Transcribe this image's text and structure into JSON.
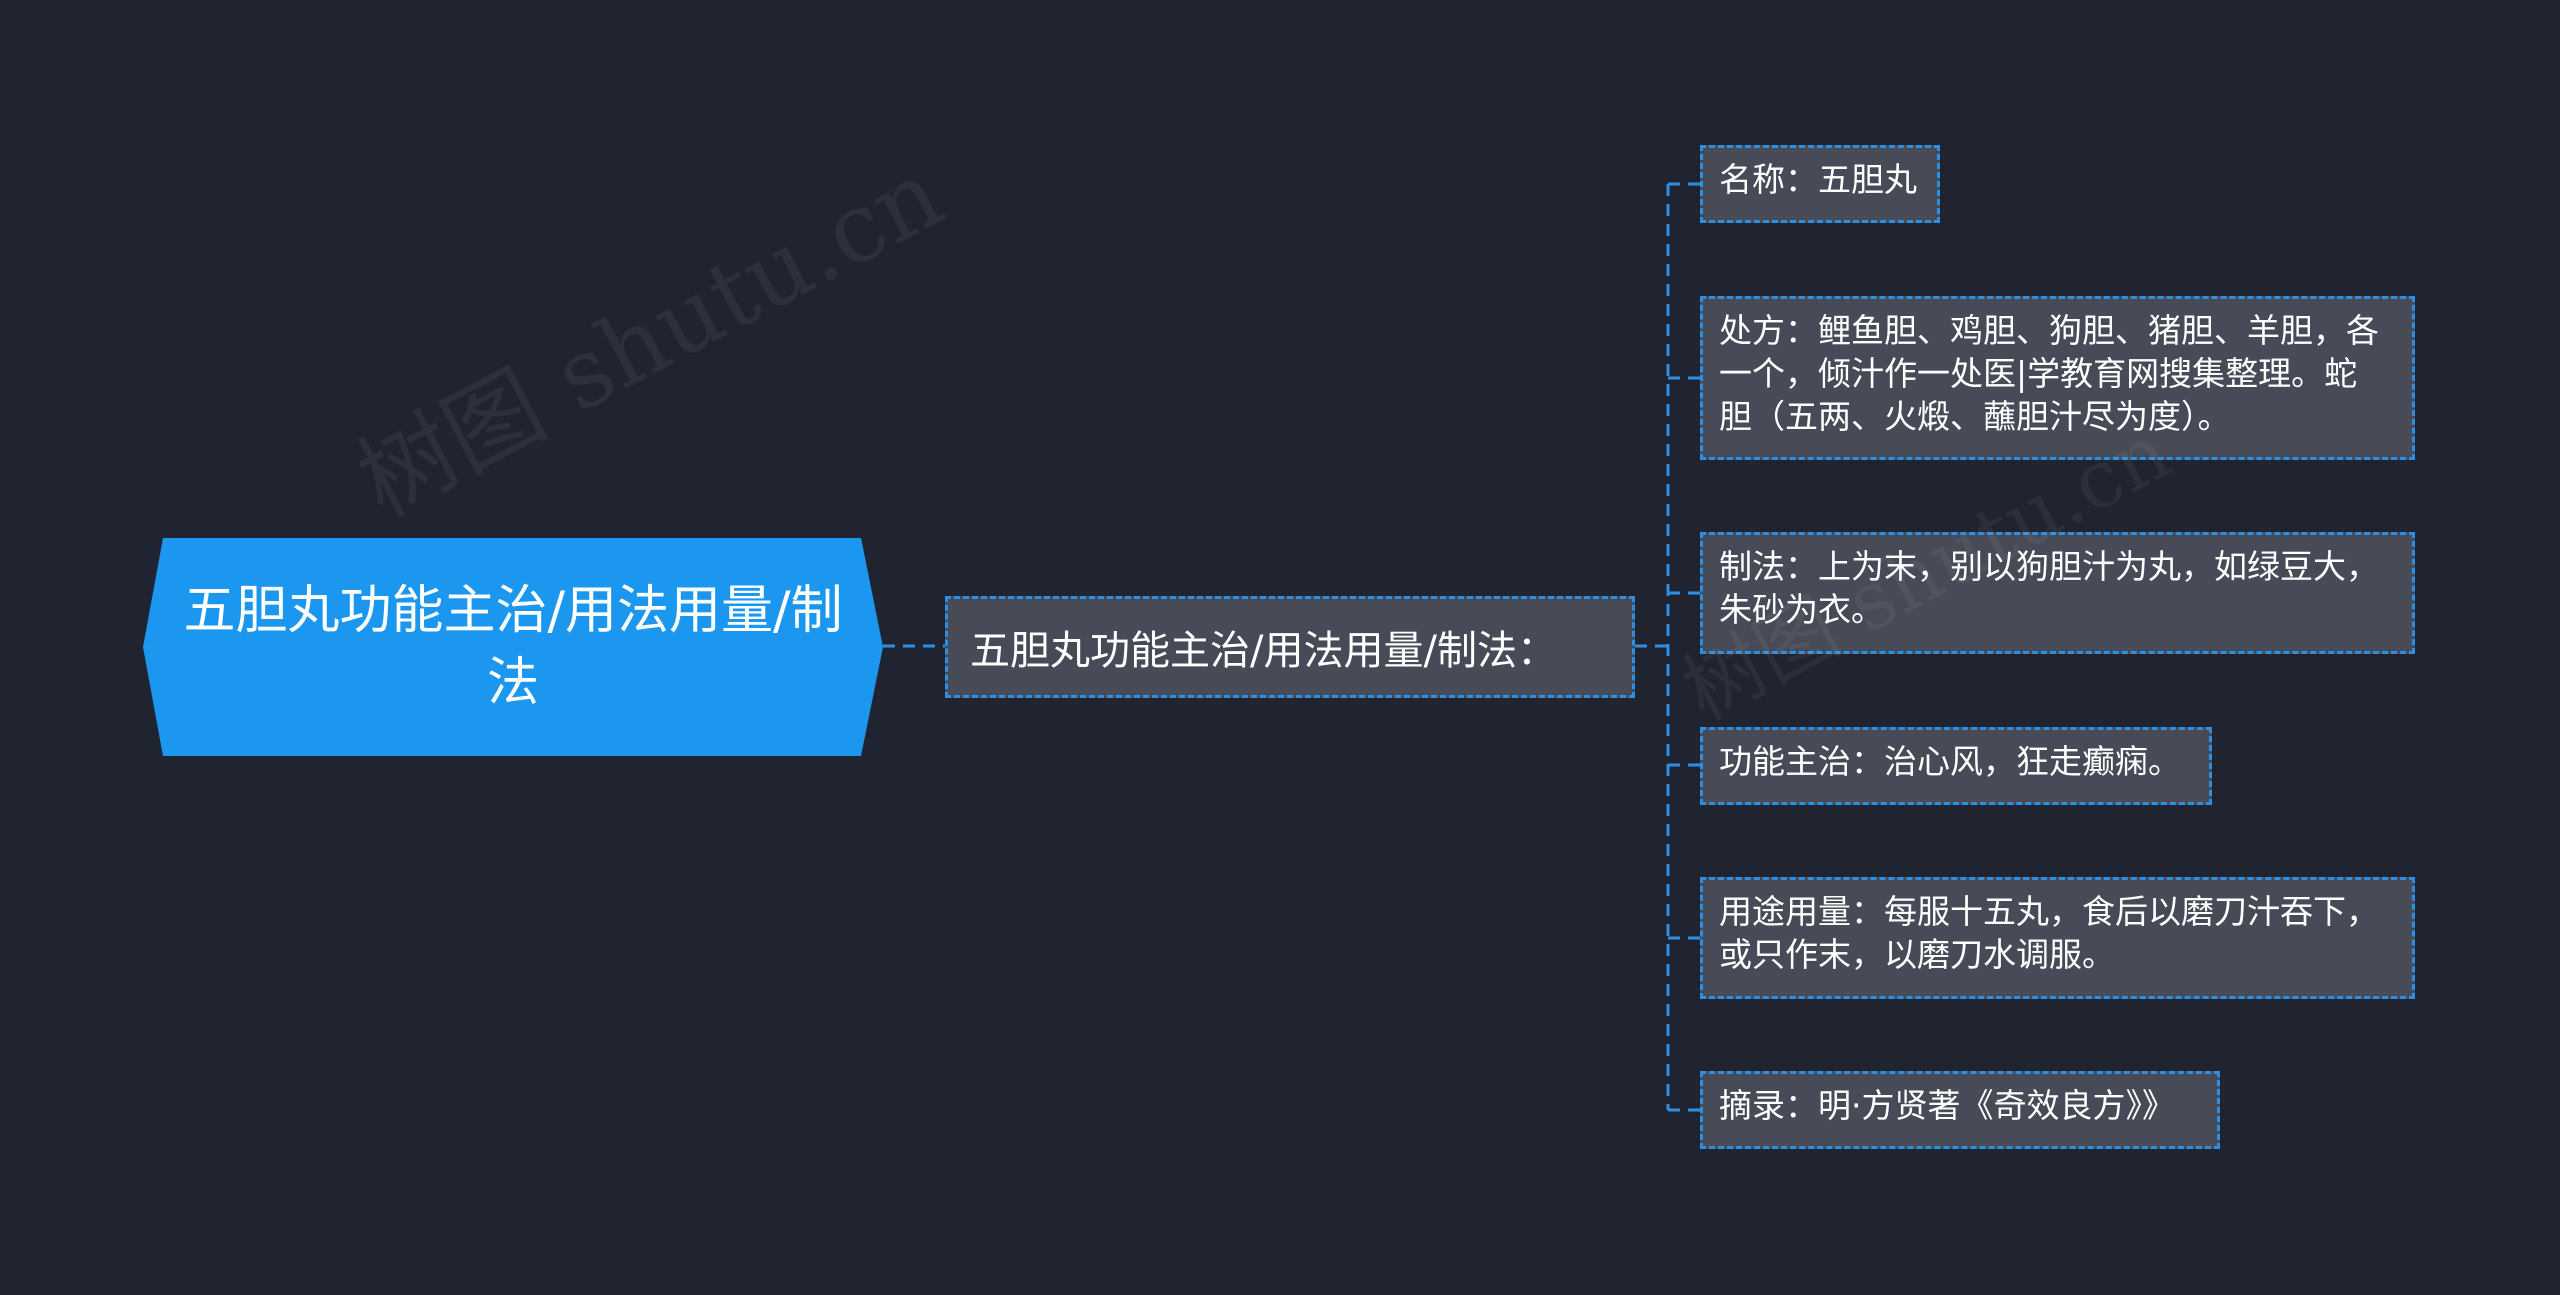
{
  "root": {
    "label": "五胆丸功能主治/用法用量/制法"
  },
  "branch": {
    "label": "五胆丸功能主治/用法用量/制法："
  },
  "leaves": [
    {
      "lines": [
        "名称：五胆丸"
      ]
    },
    {
      "lines": [
        "处方：鲤鱼胆、鸡胆、狗胆、猪胆、羊胆，各",
        "一个，倾汁作一处医|学教育网搜集整理。蛇",
        "胆（五两、火煅、蘸胆汁尽为度）。"
      ]
    },
    {
      "lines": [
        "制法：上为末，别以狗胆汁为丸，如绿豆大，",
        "朱砂为衣。"
      ]
    },
    {
      "lines": [
        "功能主治：治心风，狂走癫痫。"
      ]
    },
    {
      "lines": [
        "用途用量：每服十五丸，食后以磨刀汁吞下，",
        "或只作末，以磨刀水调服。"
      ]
    },
    {
      "lines": [
        "摘录：明·方贤著《奇效良方》》"
      ]
    }
  ],
  "watermark": {
    "text": "树图 shutu.cn"
  },
  "colors": {
    "background": "#1f2430",
    "root_fill": "#1b97f0",
    "node_fill": "#464b57",
    "connector": "#2b8fe6"
  }
}
